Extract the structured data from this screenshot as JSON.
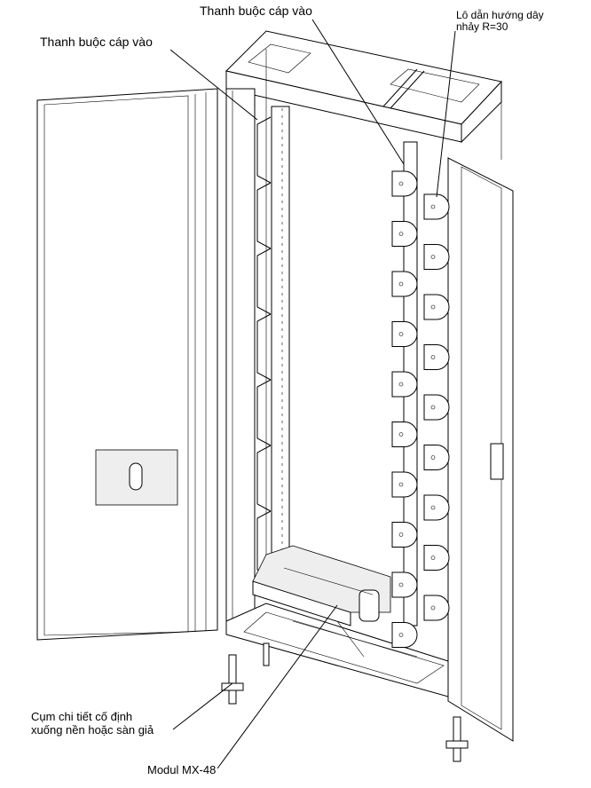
{
  "labels": {
    "cable_bar_top": "Thanh buộc cáp vào",
    "cable_bar_left": "Thanh buộc cáp vào",
    "spool_line1": "Lô dẫn hướng dây",
    "spool_line2": "nhảy R=30",
    "fixing_line1": "Cụm chi tiết cố định",
    "fixing_line2": "xuống nền hoặc sàn giả",
    "module": "Modul MX-48"
  },
  "drawing": {
    "spool_count_left": 10,
    "spool_count_right": 9,
    "cable_bar_segments": 7
  }
}
